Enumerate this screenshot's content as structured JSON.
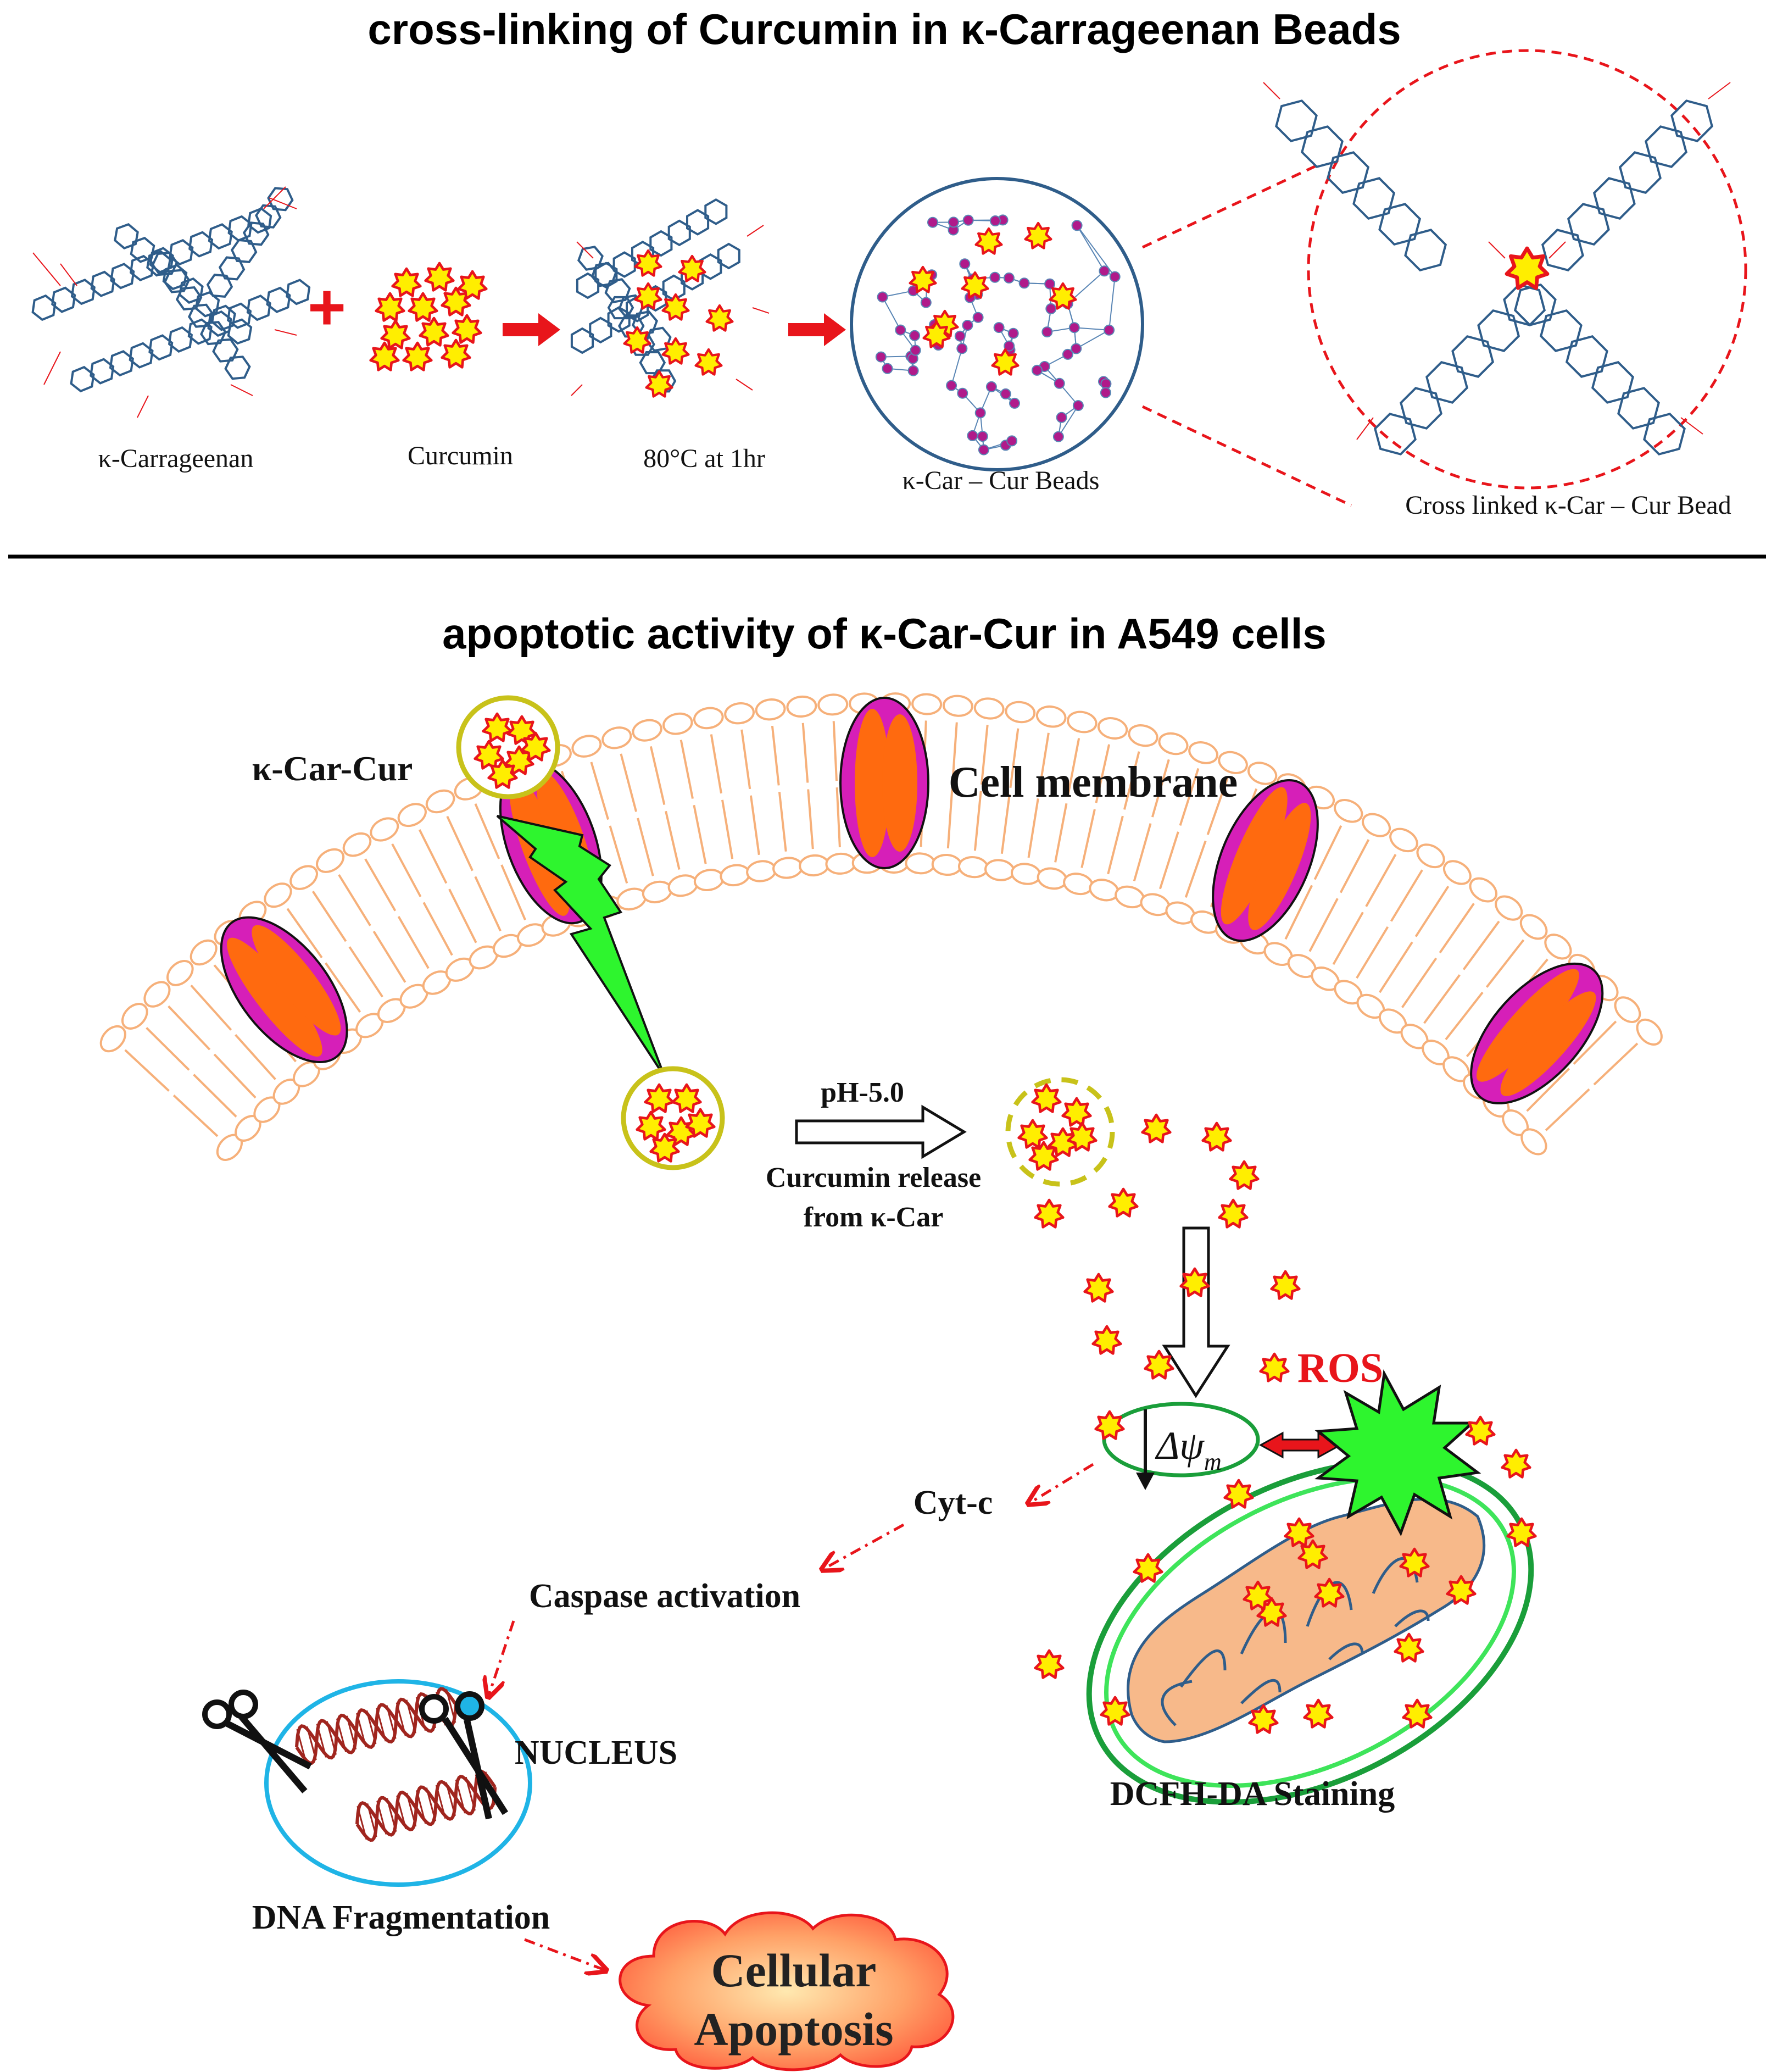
{
  "top": {
    "title": "cross-linking of Curcumin in κ-Carrageenan Beads",
    "labels": {
      "carrageenan": "κ-Carrageenan",
      "curcumin": "Curcumin",
      "heat": "80°C at 1hr",
      "beads": "κ-Car – Cur  Beads",
      "crosslinked": "Cross linked κ-Car – Cur  Bead"
    },
    "plus": "+"
  },
  "bottom": {
    "title": "apoptotic activity of κ-Car-Cur  in A549 cells",
    "labels": {
      "kcarcur": "κ-Car-Cur",
      "membrane": "Cell membrane",
      "ph": "pH-5.0",
      "release1": "Curcumin release",
      "release2": "from κ-Car",
      "ros": "ROS",
      "psi": "Δψ",
      "psi_sub": "m",
      "cytc": "Cyt-c",
      "caspase": "Caspase activation",
      "nucleus": "NUCLEUS",
      "dcfh": "DCFH-DA Staining",
      "dna": "DNA Fragmentation",
      "apoptosis1": "Cellular",
      "apoptosis2": "Apoptosis"
    }
  },
  "colors": {
    "chain": "#2f5d8a",
    "star_fill": "#ffee00",
    "star_stroke": "#e8151b",
    "arrow_red": "#e8151b",
    "bead_outline": "#2f5d8a",
    "node": "#b01a8a",
    "lipid": "#f6b07a",
    "protein_outer": "#d61fb8",
    "protein_inner": "#ff6a0f",
    "capsule": "#c8c21a",
    "bolt": "#2ef52e",
    "mito_outer": "#1a9e3a",
    "mito_inner": "#f7b98a",
    "nucleus": "#1fb4e6",
    "dna": "#a0251e",
    "cloud": "#ff7a50"
  }
}
